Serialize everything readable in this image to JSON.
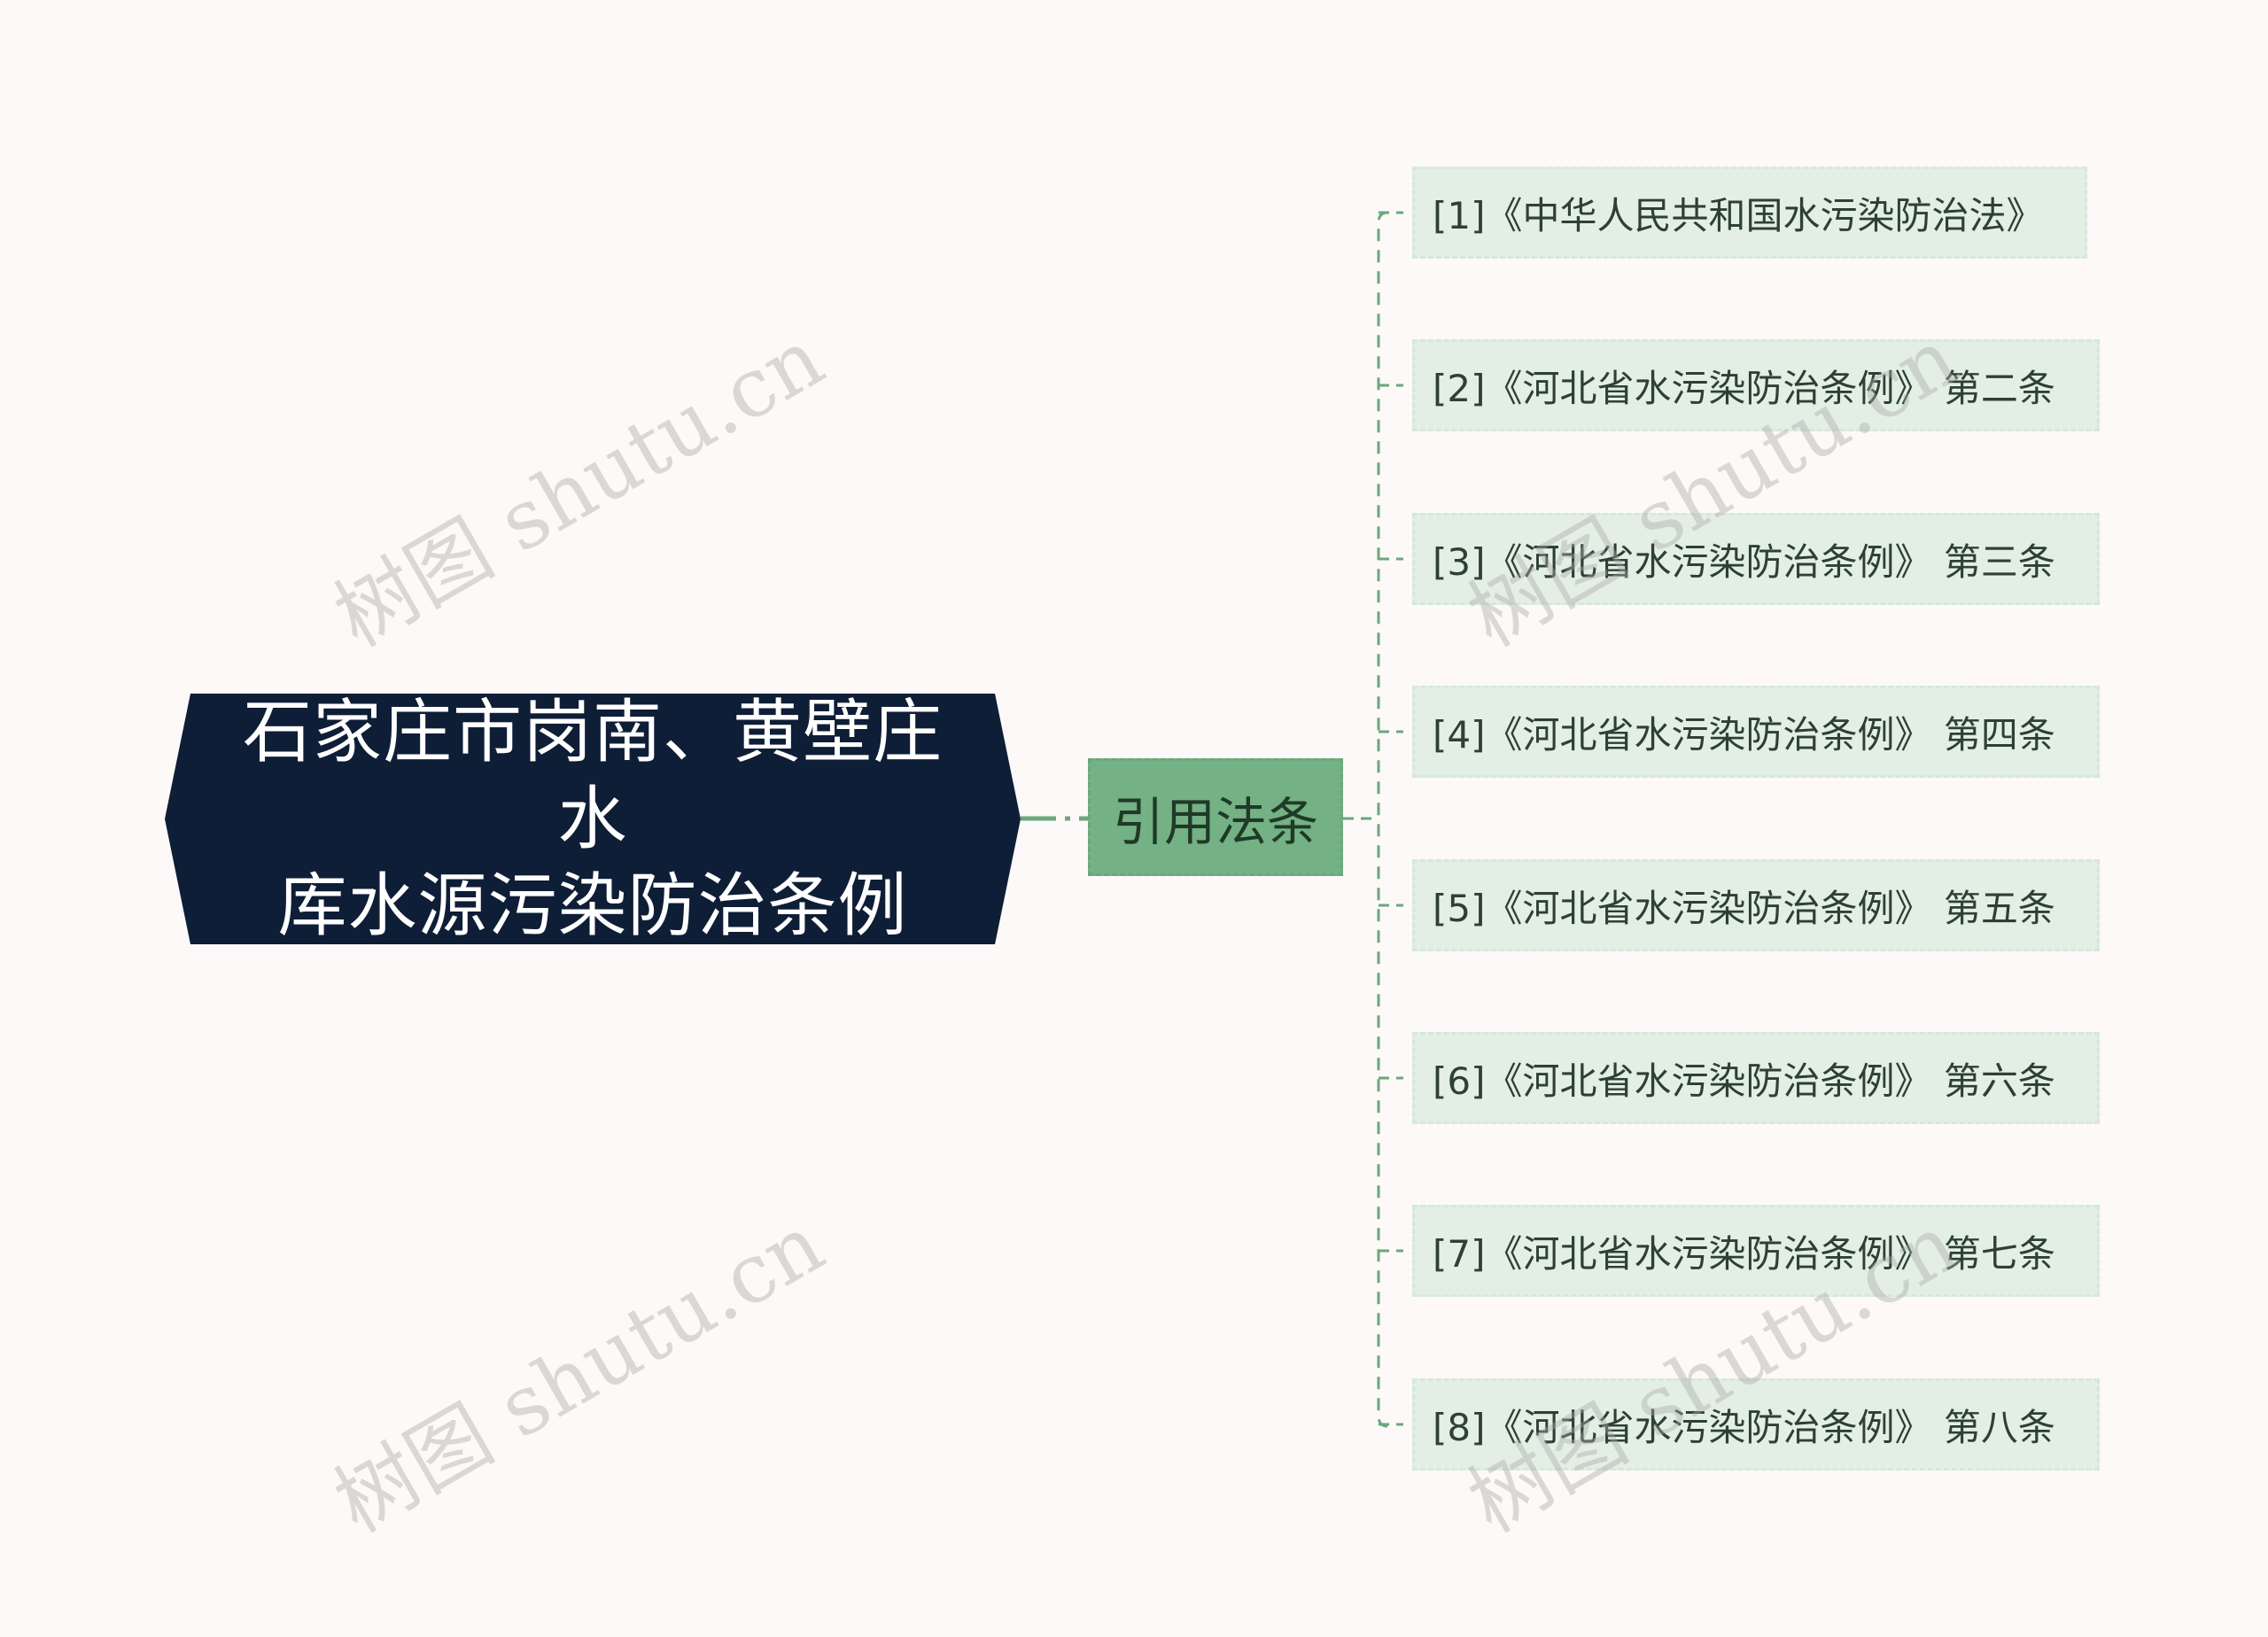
{
  "root": {
    "title_line1": "石家庄市岗南、黄壁庄水",
    "title_line2": "库水源污染防治条例"
  },
  "branch": {
    "label": "引用法条"
  },
  "leaves": [
    {
      "label": "[1]《中华人民共和国水污染防治法》"
    },
    {
      "label": "[2]《河北省水污染防治条例》 第二条"
    },
    {
      "label": "[3]《河北省水污染防治条例》 第三条"
    },
    {
      "label": "[4]《河北省水污染防治条例》 第四条"
    },
    {
      "label": "[5]《河北省水污染防治条例》 第五条"
    },
    {
      "label": "[6]《河北省水污染防治条例》 第六条"
    },
    {
      "label": "[7]《河北省水污染防治条例》 第七条"
    },
    {
      "label": "[8]《河北省水污染防治条例》 第八条"
    }
  ],
  "watermark": {
    "text": "树图 shutu.cn"
  },
  "colors": {
    "background": "#fdf9f8",
    "root": "#0f1e37",
    "branch": "#74b184",
    "leaf": "#e3efe5",
    "connector": "#6aa87b"
  }
}
